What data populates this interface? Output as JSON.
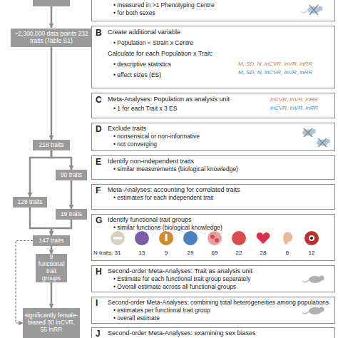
{
  "diagram": {
    "nodes": [
      {
        "text": [
          "~2,300,000 data points 232 traits (Table S1)"
        ]
      },
      {
        "text": [
          "218 traits"
        ]
      },
      {
        "text": [
          "90 traits"
        ]
      },
      {
        "text": [
          "128 traits"
        ]
      },
      {
        "text": [
          "19 traits"
        ]
      },
      {
        "text": [
          "147 traits"
        ]
      },
      {
        "text": [
          "9 functional trait groups"
        ]
      },
      {
        "text": [
          "significantly female-biased 30 lnCVR, 55 lnRR"
        ]
      },
      {
        "text": [
          "• measured in >1 Phenotyping Centre",
          "• for both sexes"
        ]
      },
      {
        "text": [
          "B",
          "Create additional variable",
          "• Population = Strain x Centre",
          "Calculate for each Population x Trait:",
          "• descriptive statistics",
          "• effect sizes (ES)",
          "M, SD, N, lnCVR, lnVR, lnRR",
          "M, SD, N, lnCVR, lnVR, lnRR"
        ]
      },
      {
        "text": [
          "C",
          "Meta-Analyses: Population as analysis unit",
          "• 1 for each Trait x 3 ES",
          "lnCVR, lnVR, lnRR",
          "lnCVR, lnVR, lnRR"
        ]
      },
      {
        "text": [
          "D",
          "Exclude traits",
          "• nonsensical or non-informative",
          "• not converging"
        ]
      },
      {
        "text": [
          "E",
          "Identify non-independent traits",
          "• similar measurements (biological knowledge)"
        ]
      },
      {
        "text": [
          "F",
          "Meta-Analyses: accounting for correlated traits",
          "• estimates for each independent trait"
        ]
      },
      {
        "text": [
          "G",
          "Identify functional trait groups",
          "• similar functions (biological knowledge)"
        ]
      },
      {
        "text": [
          "H",
          "Second-order Meta-Analyses: Trait as analysis unit",
          "• Estimate for each functional trait group separately",
          "• Overall estimate across all functional groups"
        ]
      },
      {
        "text": [
          "I",
          "Second-order Meta-Analyses: combining total heterogeneities among populations",
          "• estimates per functional trait group",
          "• overall estimate"
        ]
      },
      {
        "text": [
          "J",
          "Second-order Meta-Analyses: examining sex biases"
        ]
      }
    ],
    "edges": [
      {
        "from": 0,
        "to": 1,
        "arrow": "to"
      },
      {
        "from": 1,
        "to": 2,
        "arrow": "to"
      },
      {
        "from": 1,
        "to": 3,
        "arrow": "to"
      },
      {
        "from": 2,
        "to": 4,
        "arrow": "to"
      },
      {
        "from": 3,
        "to": 5,
        "arrow": "to"
      },
      {
        "from": 4,
        "to": 5,
        "arrow": "to"
      },
      {
        "from": 5,
        "to": 6,
        "arrow": "to"
      },
      {
        "from": 6,
        "to": 7,
        "arrow": "to"
      },
      {
        "from": 5,
        "to": 7,
        "arrow": "to"
      }
    ],
    "labels": [
      "N traits:",
      "31",
      "15",
      "9",
      "29",
      "69",
      "22",
      "28",
      "6",
      "12"
    ]
  }
}
